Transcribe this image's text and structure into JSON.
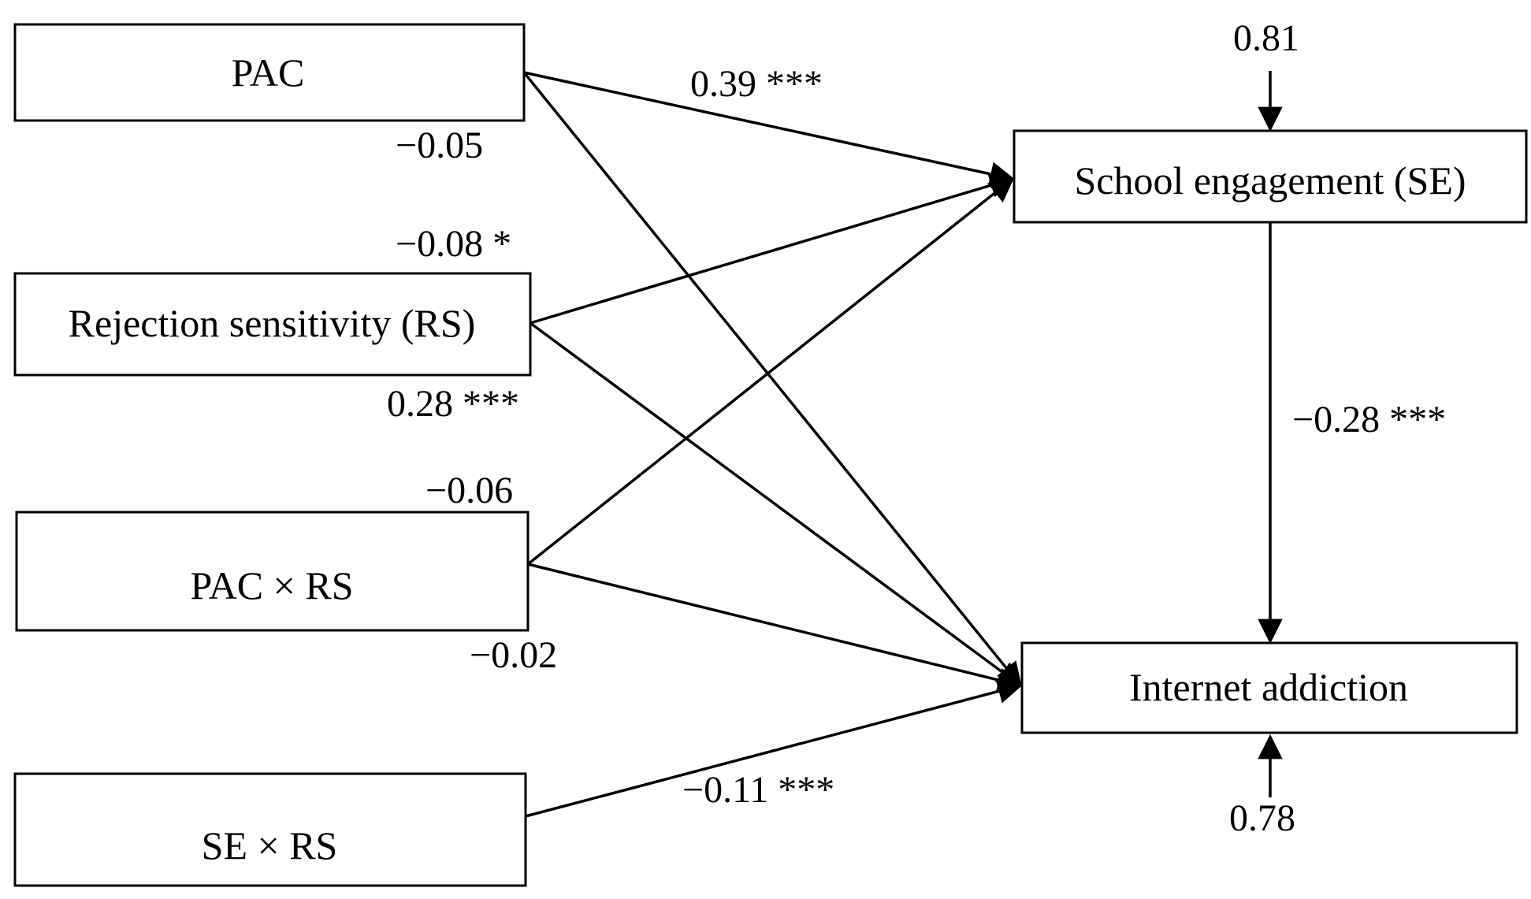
{
  "nodes": {
    "pac": "PAC",
    "rs": "Rejection sensitivity (RS)",
    "pac_x_rs": "PAC × RS",
    "se_x_rs": "SE × RS",
    "se": "School engagement (SE)",
    "ia": "Internet addiction"
  },
  "paths": {
    "pac_to_se": "0.39 ***",
    "pac_to_ia": "−0.05",
    "rs_to_se": "−0.08 *",
    "rs_to_ia": "0.28 ***",
    "pacxrs_to_se": "−0.06",
    "pacxrs_to_ia": "−0.02",
    "sexrs_to_ia": "−0.11 ***",
    "se_to_ia": "−0.28 ***"
  },
  "residuals": {
    "se": "0.81",
    "ia": "0.78"
  },
  "colors": {
    "line": "#000000",
    "background": "#ffffff"
  }
}
